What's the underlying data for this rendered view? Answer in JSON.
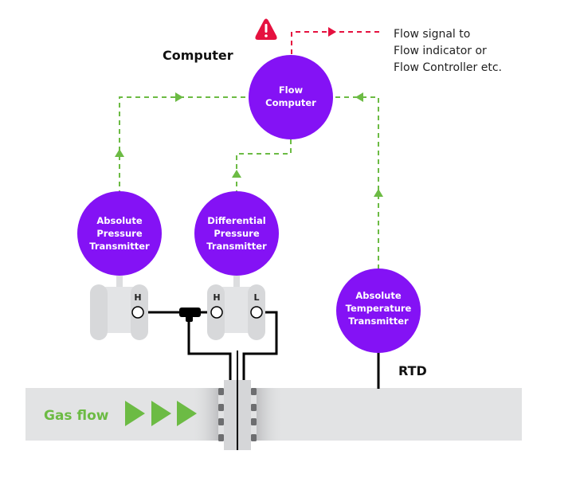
{
  "colors": {
    "node": "#8412f5",
    "signal_green": "#6cbb44",
    "flow_green": "#6cbb44",
    "output_red": "#e5113f",
    "pipe": "#e2e3e4",
    "flange": "#d5d6d8",
    "bolt": "#6d6e70",
    "transmitter_body": "#dcdddf",
    "wire": "#000000"
  },
  "labels": {
    "computer_heading": "Computer",
    "output_note": [
      "Flow signal to",
      "Flow indicator or",
      "Flow Controller etc."
    ],
    "rtd": "RTD",
    "gas_flow": "Gas flow"
  },
  "nodes": {
    "flow_computer": {
      "lines": [
        "Flow",
        "Computer"
      ]
    },
    "abs_pressure": {
      "lines": [
        "Absolute",
        "Pressure",
        "Transmitter"
      ]
    },
    "diff_pressure": {
      "lines": [
        "Differential",
        "Pressure",
        "Transmitter"
      ]
    },
    "abs_temperature": {
      "lines": [
        "Absolute",
        "Temperature",
        "Transmitter"
      ]
    }
  },
  "ports": {
    "abs_pressure_high": "H",
    "diff_pressure_high": "H",
    "diff_pressure_low": "L"
  },
  "icons": {
    "warning": "warning-triangle-icon",
    "flow_direction": "play-arrow-icon"
  }
}
